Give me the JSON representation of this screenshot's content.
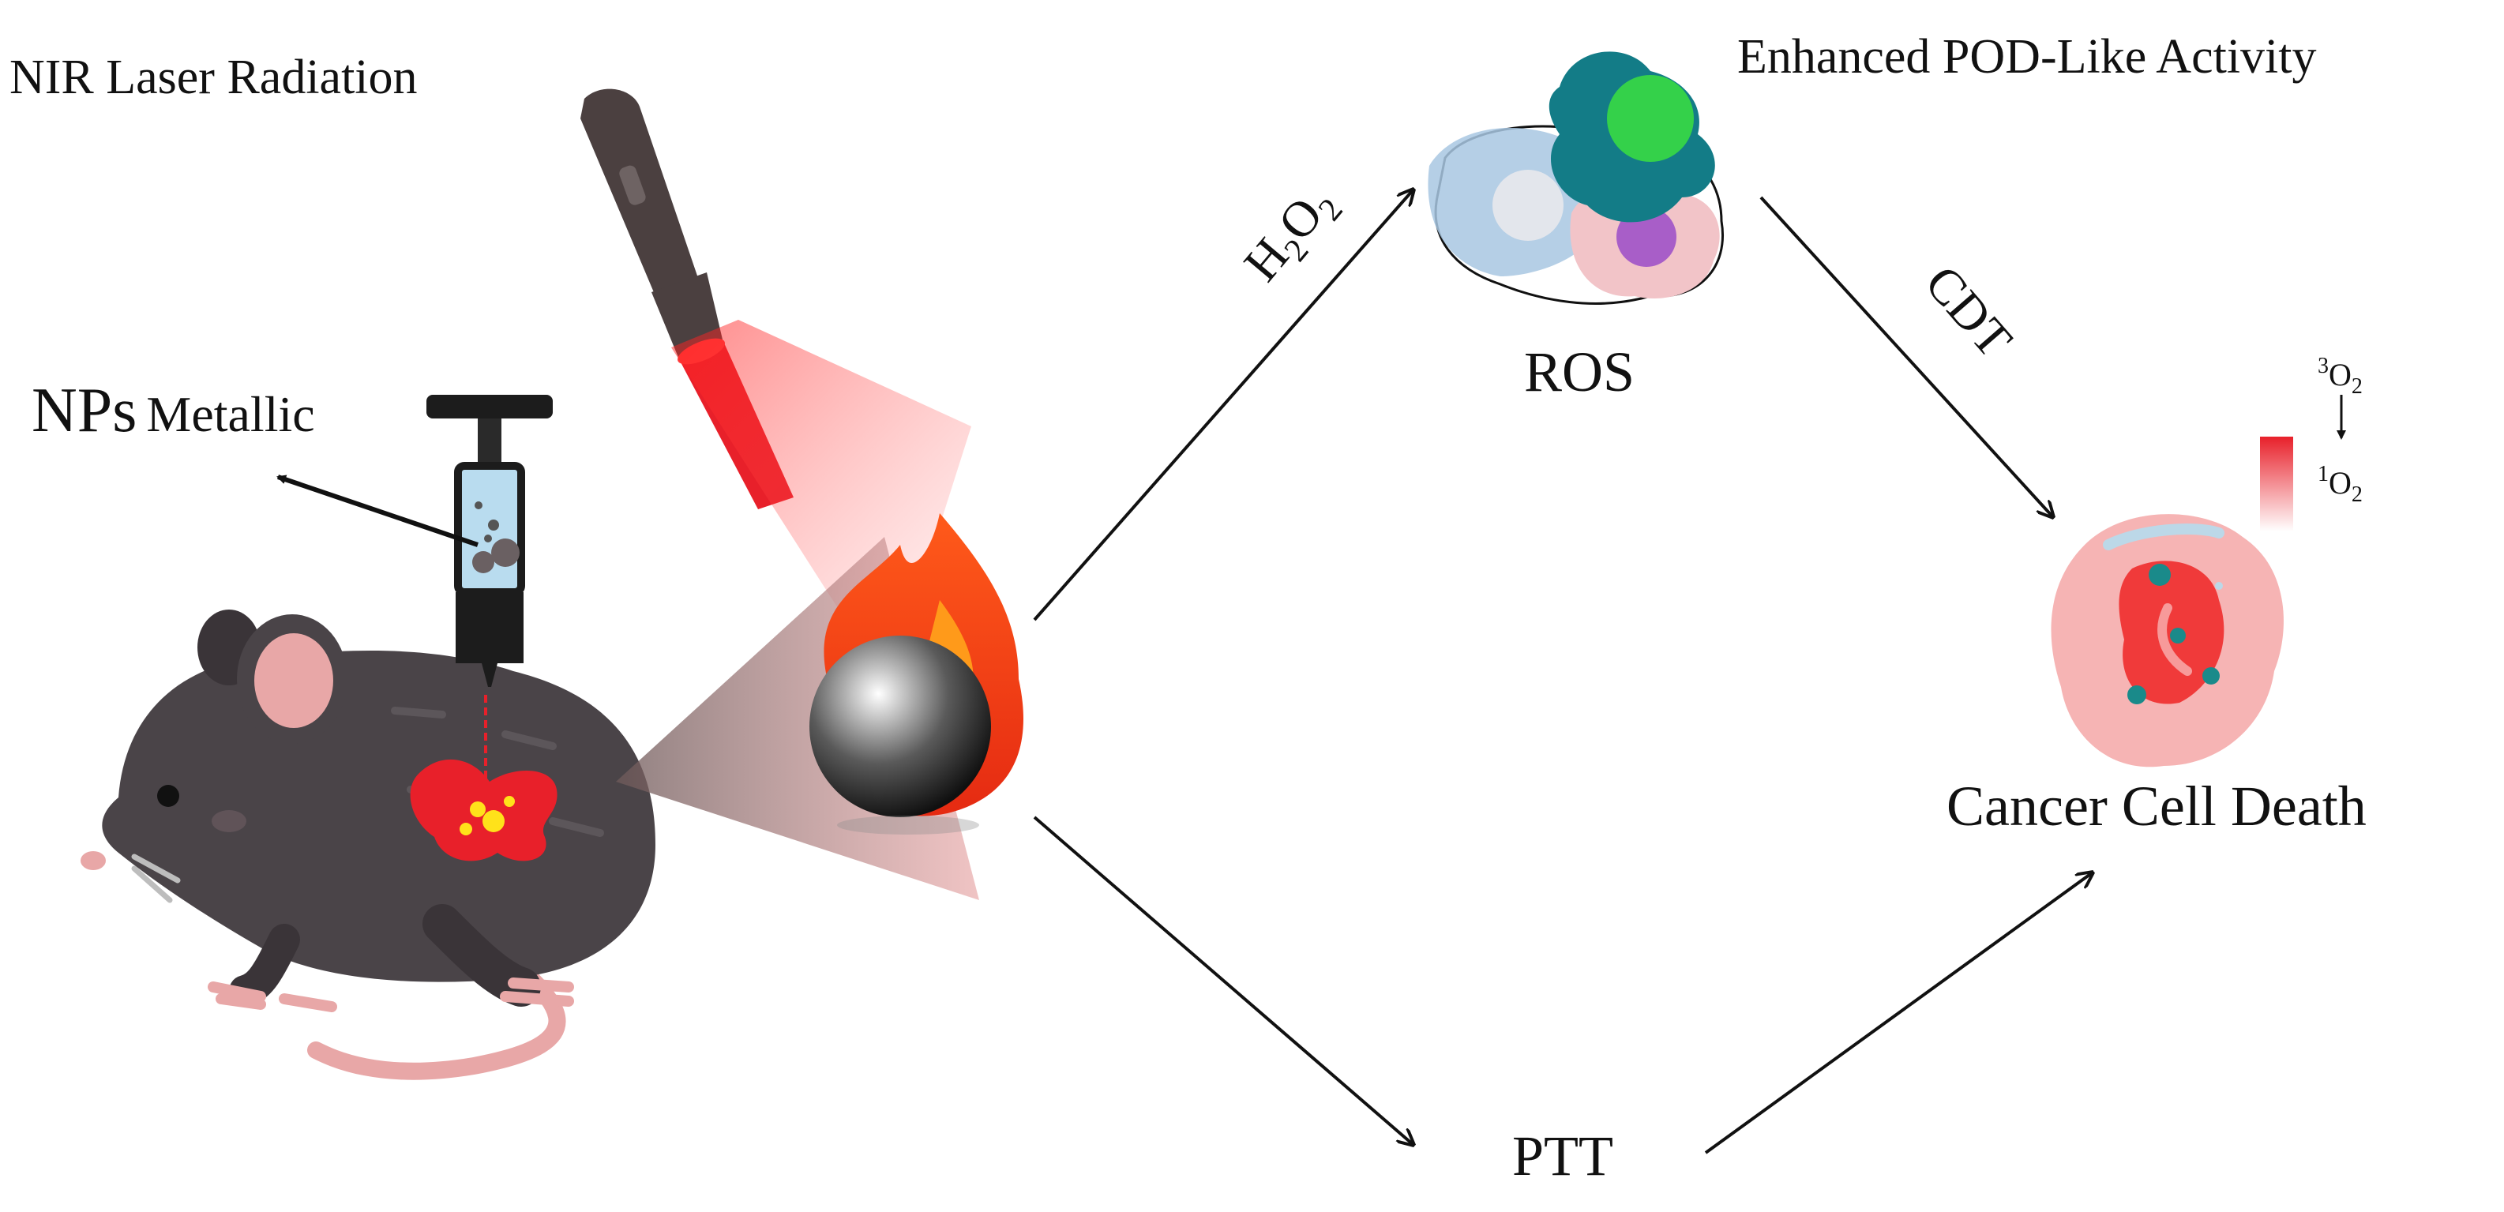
{
  "labels": {
    "nir_laser": "NIR Laser Radiation",
    "nps_prefix": "NPs",
    "nps_suffix": "Metallic",
    "h2o2_h": "H",
    "h2o2_sub1": "2",
    "h2o2_o": "O",
    "h2o2_sub2": "2",
    "enhanced": "Enhanced POD-Like Activity",
    "ros": "ROS",
    "cdt": "CDT",
    "ptt": "PTT",
    "cancer": "Cancer Cell Death",
    "triplet_sup": "3",
    "triplet_o": "O",
    "triplet_sub": "2",
    "singlet_sup": "1",
    "singlet_o": "O",
    "singlet_sub": "2"
  },
  "icons": [
    "mouse-illustration",
    "syringe-icon",
    "laser-pointer-icon",
    "metal-nanoparticle-icon",
    "flame-icon",
    "ros-cluster-icon",
    "cancer-cell-icon",
    "red-gradient-bar"
  ],
  "colors": {
    "laser_red": "#e8202a",
    "mouse_body": "#4a4448",
    "mouse_pink": "#e8a7a7",
    "ros_teal": "#137c87",
    "ros_green": "#34d14a",
    "ros_purple": "#a85ec8",
    "ros_blue": "#a8c7e2",
    "ros_pink": "#f2c4c8",
    "cell_outer": "#f6b4b4",
    "cell_nucleus": "#f03a3a",
    "cell_dots": "#1a8a8a"
  }
}
